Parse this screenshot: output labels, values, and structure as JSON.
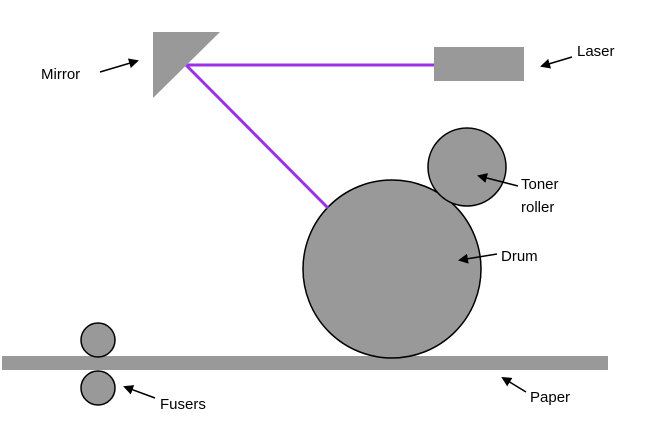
{
  "labels": {
    "mirror": "Mirror",
    "laser": "Laser",
    "toner_line1": "Toner",
    "toner_line2": "roller",
    "drum": "Drum",
    "fusers": "Fusers",
    "paper": "Paper"
  },
  "colors": {
    "component_fill": "#999999",
    "outline": "#000000",
    "laser_beam": "#9b30e8"
  }
}
